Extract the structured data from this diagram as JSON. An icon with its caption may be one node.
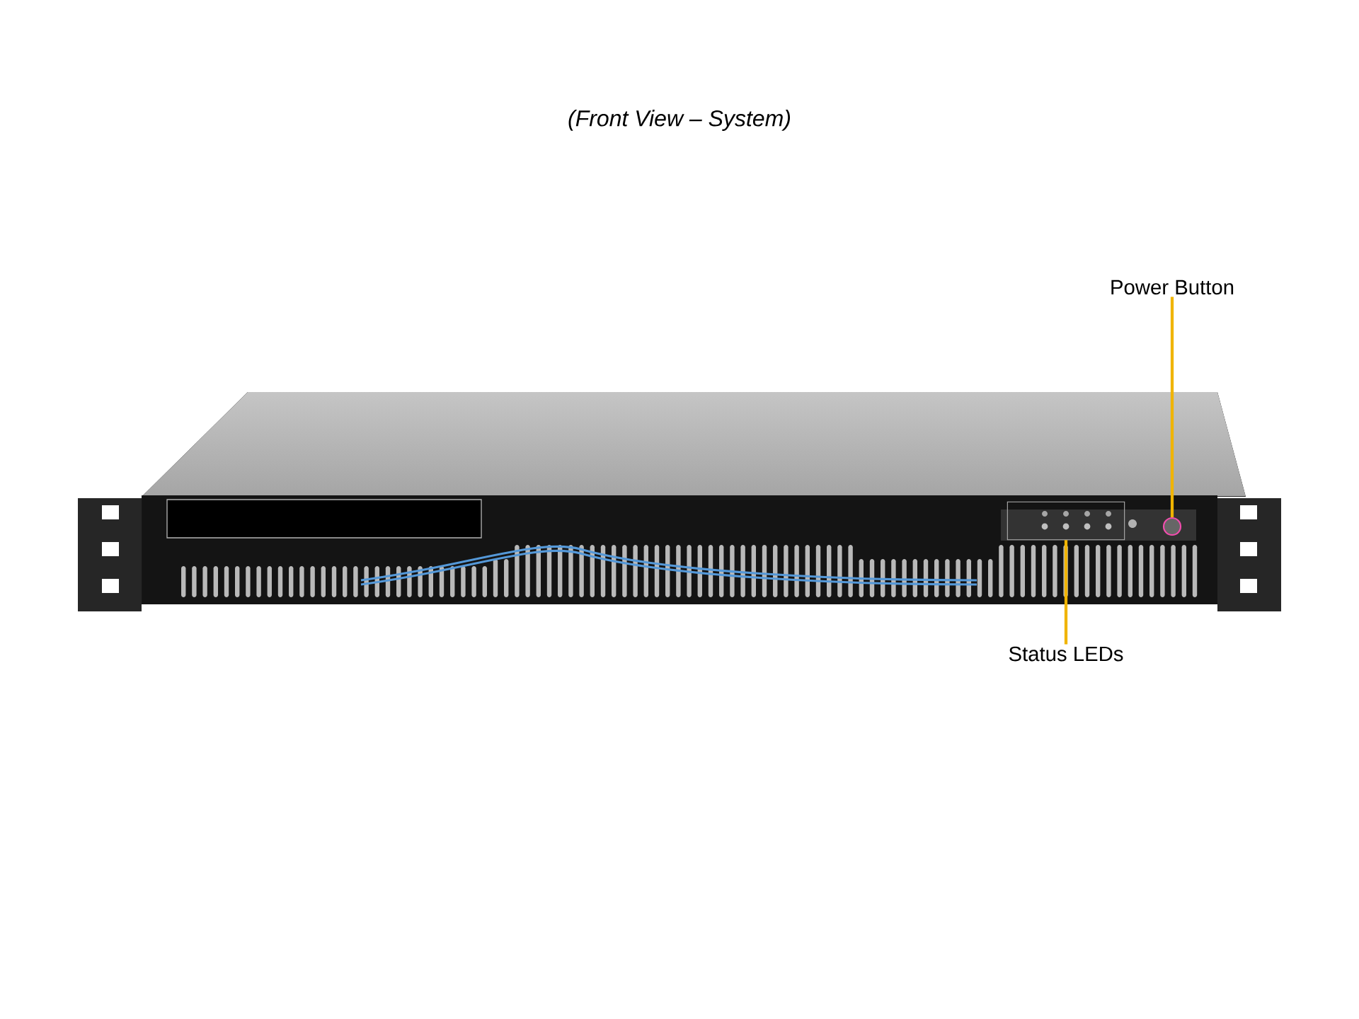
{
  "diagram": {
    "title": "(Front View – System)",
    "nodes": [
      {
        "text": [
          "Power Button"
        ]
      },
      {
        "text": [],
        "shape": "circle"
      },
      {
        "text": [
          "Status LEDs"
        ]
      },
      {
        "text": [],
        "shape": "box"
      }
    ],
    "edges": [
      {
        "from": 0,
        "to": 1,
        "arrow": "none"
      },
      {
        "from": 2,
        "to": 3,
        "arrow": "none"
      }
    ]
  }
}
